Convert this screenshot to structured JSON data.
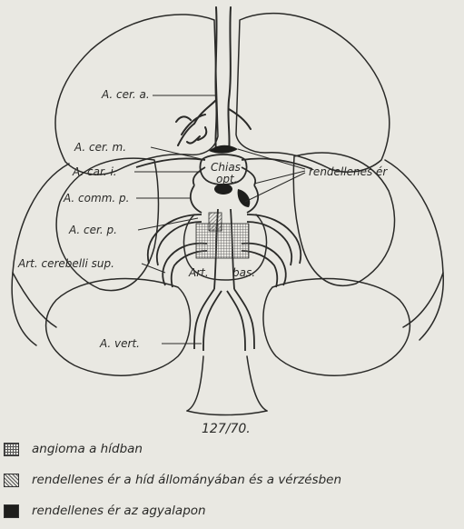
{
  "figure": {
    "labels": {
      "a_cer_a": "A. cer. a.",
      "a_cer_m": "A. cer. m.",
      "a_car_i": "A. car. i.",
      "a_comm_p": "A. comm. p.",
      "a_cer_p": "A. cer. p.",
      "art_cerebelli_sup": "Art. cerebelli sup.",
      "art": "Art.",
      "bas": "bas.",
      "a_vert": "A. vert.",
      "chias": "Chias",
      "opt": "opt.",
      "rendellenes_er": "rendellenes ér"
    },
    "number": "127/70."
  },
  "legend": {
    "items": [
      {
        "text": "angioma a hídban",
        "pattern": "grid"
      },
      {
        "text": "rendellenes ér a híd állományában és a vérzésben",
        "pattern": "hatch"
      },
      {
        "text": "rendellenes ér az agyalapon",
        "pattern": "black"
      }
    ]
  },
  "colors": {
    "paper": "#e9e8e2",
    "ink": "#2a2a28"
  }
}
